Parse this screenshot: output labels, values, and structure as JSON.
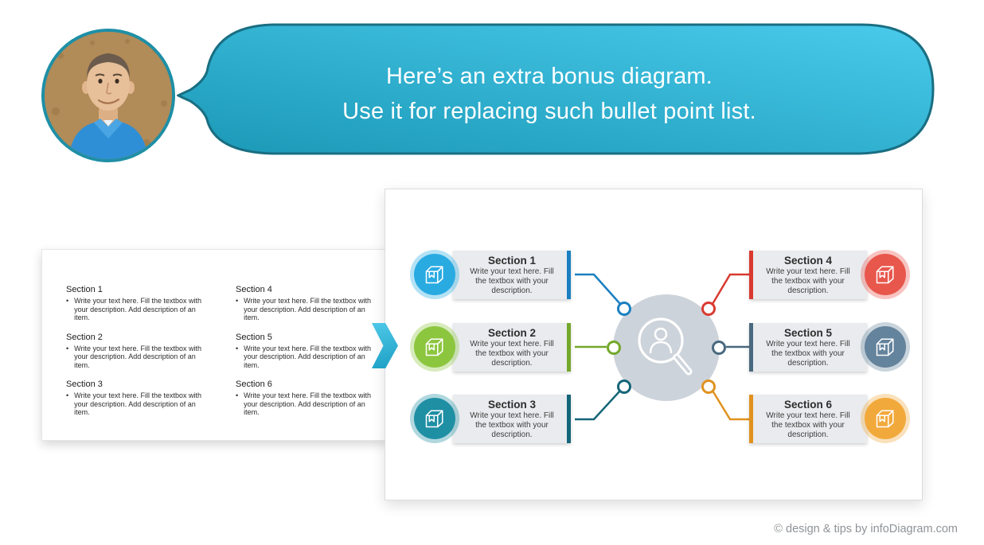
{
  "speech": {
    "line1": "Here’s an extra bonus diagram.",
    "line2": "Use it for replacing such bullet point list."
  },
  "bullet_list": {
    "bullet_char": "•",
    "sections": [
      {
        "title": "Section 1",
        "text": "Write your text here. Fill the textbox with your description. Add description of an item."
      },
      {
        "title": "Section 2",
        "text": "Write your text here. Fill the textbox with your description. Add description of an item."
      },
      {
        "title": "Section 3",
        "text": "Write your text here. Fill the textbox with your description. Add description of an item."
      },
      {
        "title": "Section 4",
        "text": "Write your text here. Fill the textbox with your description. Add description of an item."
      },
      {
        "title": "Section 5",
        "text": "Write your text here. Fill the textbox with your description. Add description of an item."
      },
      {
        "title": "Section 6",
        "text": "Write your text here. Fill the textbox with your description. Add description of an item."
      }
    ]
  },
  "diagram": {
    "sections": [
      {
        "title": "Section 1",
        "desc": "Write your text here. Fill the textbox with your description.",
        "fill": "#29ABE2",
        "accent": "#1B7FC0",
        "position": "left-top"
      },
      {
        "title": "Section 2",
        "desc": "Write your text here. Fill the textbox with your description.",
        "fill": "#8CC63F",
        "accent": "#74A82C",
        "position": "left-middle"
      },
      {
        "title": "Section 3",
        "desc": "Write your text here. Fill the textbox with your description.",
        "fill": "#1F8FA4",
        "accent": "#156578",
        "position": "left-bottom"
      },
      {
        "title": "Section 4",
        "desc": "Write your text here. Fill the textbox with your description.",
        "fill": "#E8574C",
        "accent": "#D93A30",
        "position": "right-top"
      },
      {
        "title": "Section 5",
        "desc": "Write your text here. Fill the textbox with your description.",
        "fill": "#64839C",
        "accent": "#49697F",
        "position": "right-middle"
      },
      {
        "title": "Section 6",
        "desc": "Write your text here. Fill the textbox with your description.",
        "fill": "#F2A93C",
        "accent": "#E0921F",
        "position": "right-bottom"
      }
    ],
    "center_color": "#CDD3DA"
  },
  "icons": {
    "section_icon": "box-cube-icon",
    "center_icon": "magnifier-person-icon",
    "arrow_icon": "chevron-right-icon",
    "avatar": "presenter-photo"
  },
  "colors": {
    "bubble_gradient_start": "#4ACBEC",
    "bubble_gradient_end": "#1B98B6",
    "bubble_border": "#196E82",
    "avatar_border": "#1E8FA6"
  },
  "footer": {
    "credit": "© design & tips by infoDiagram.com"
  }
}
